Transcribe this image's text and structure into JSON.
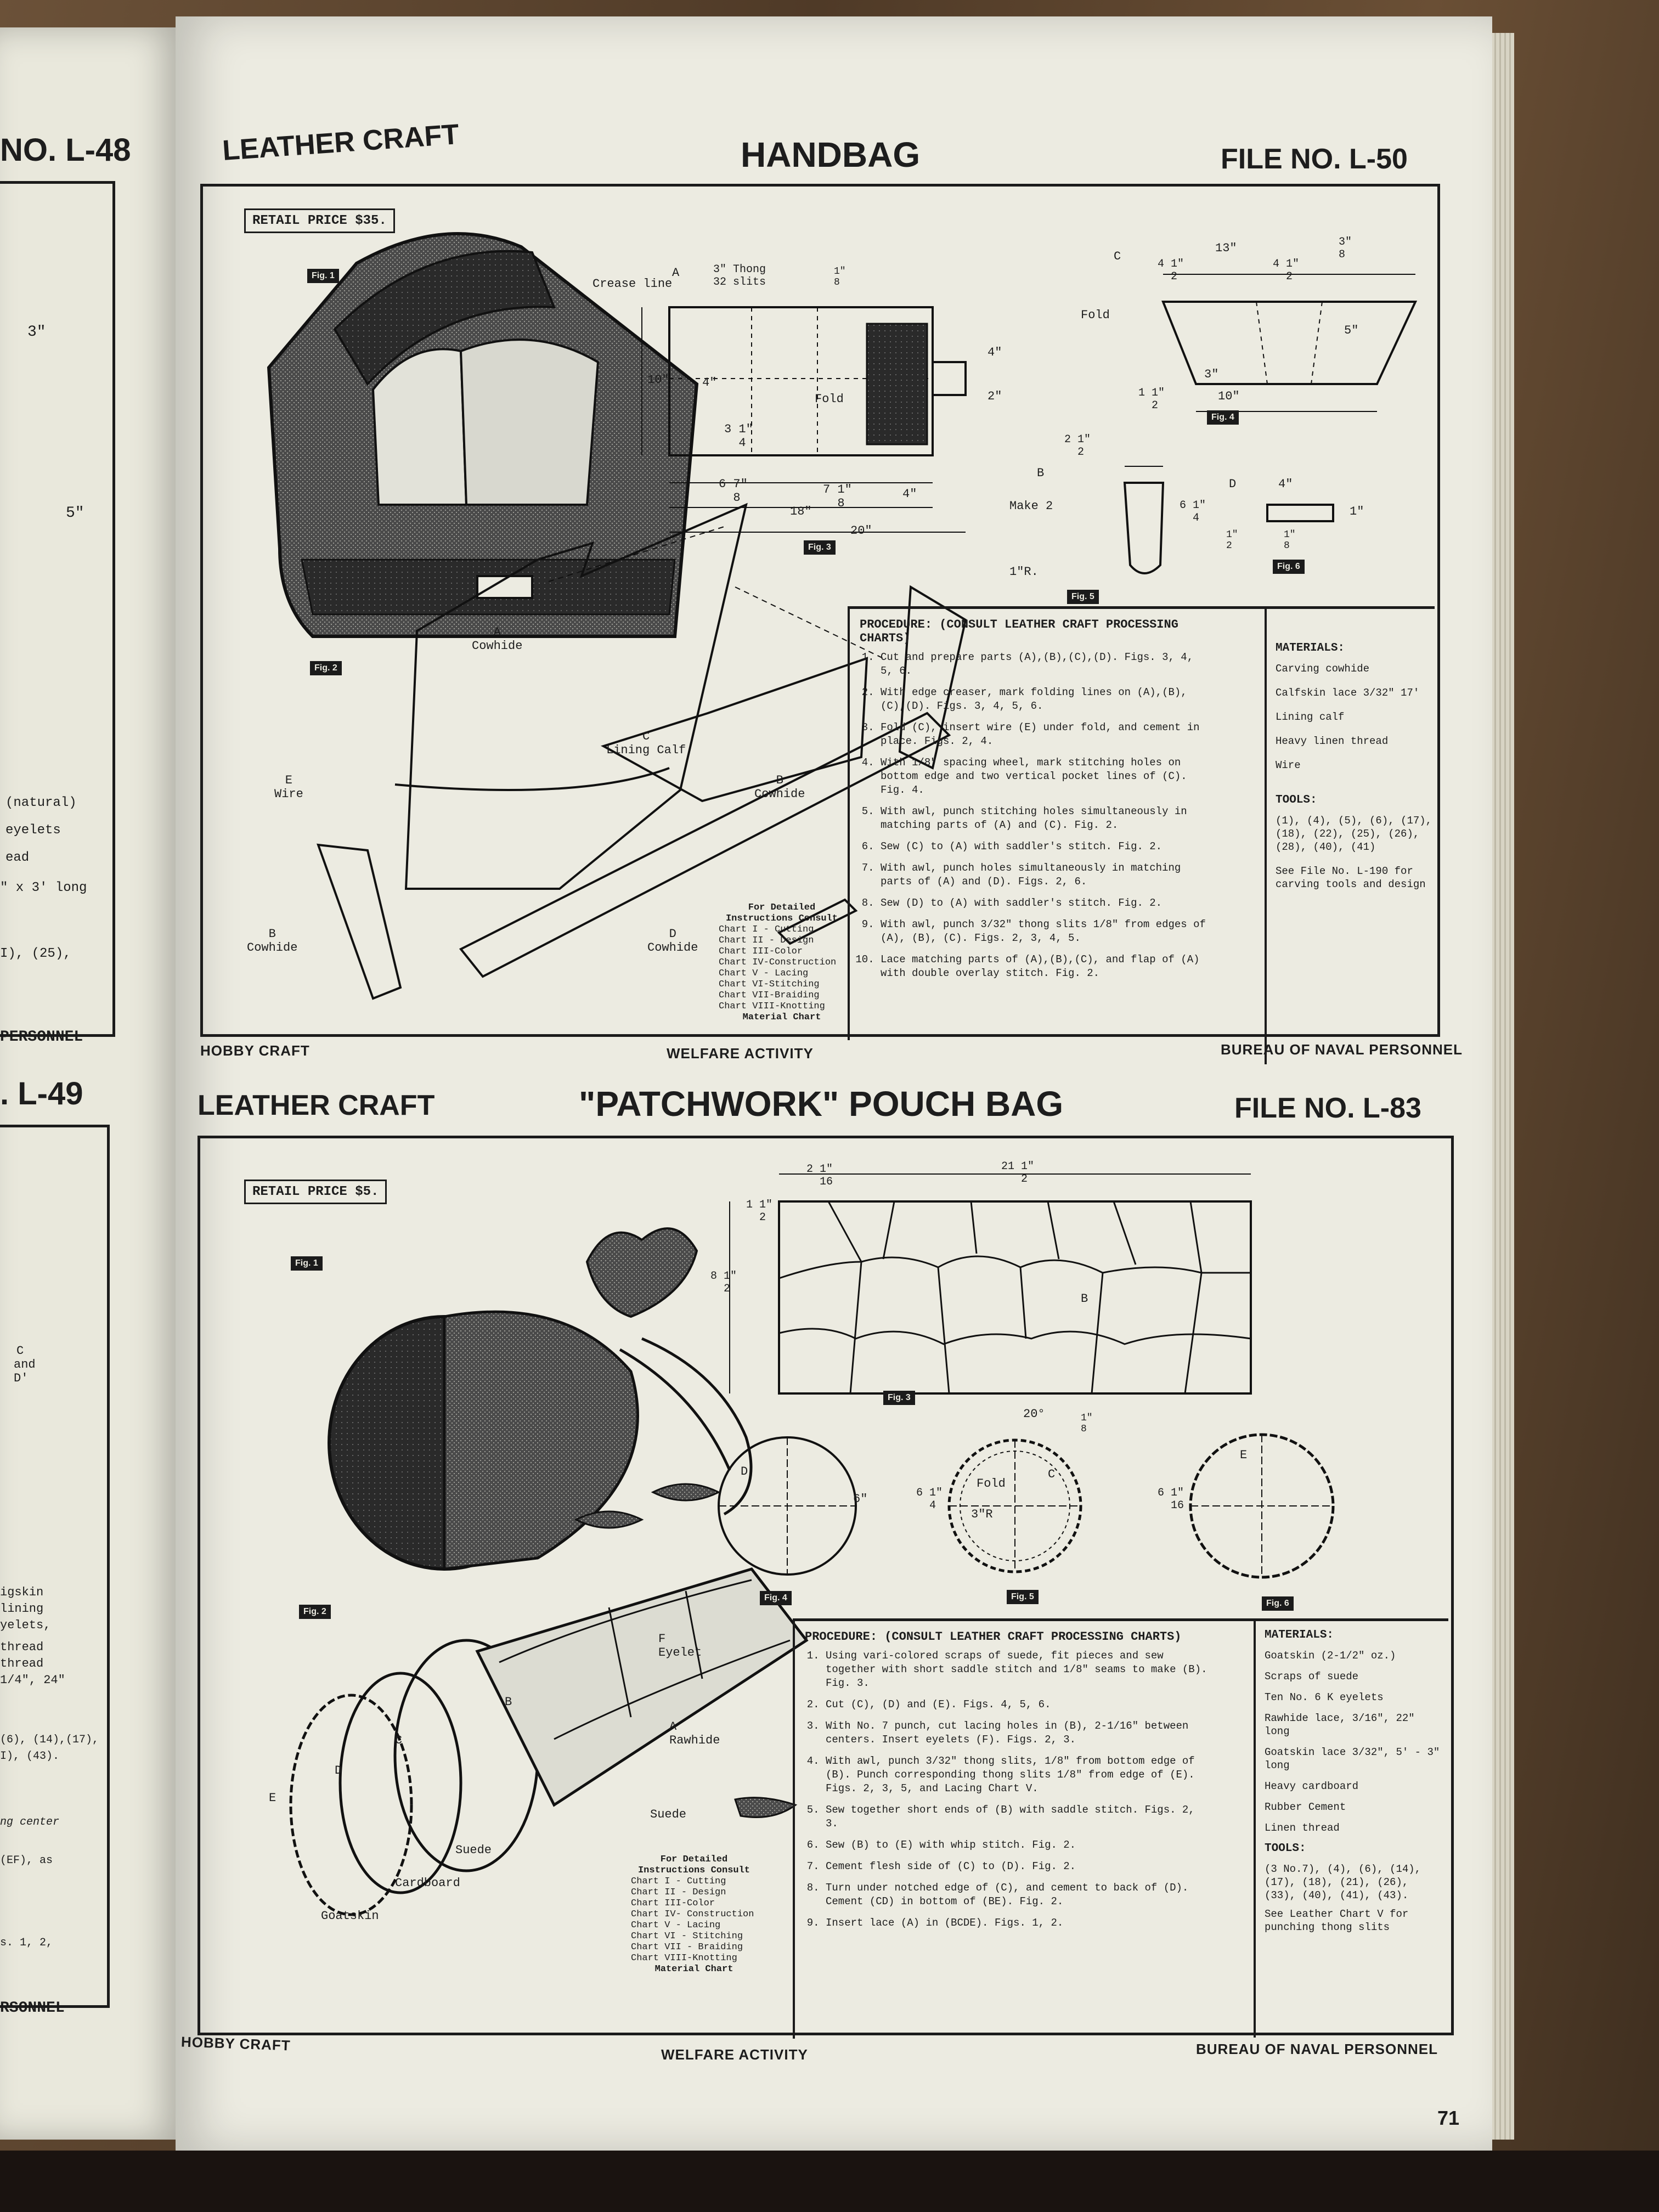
{
  "left_page": {
    "file_top": "NO. L-48",
    "file_mid": ". L-49",
    "personnel_top": "PERSONNEL",
    "personnel_bottom": "RSONNEL",
    "frag": [
      "3\"",
      "5\"",
      "(natural)",
      "eyelets",
      "ead",
      "\" x 3' long",
      "I), (25),",
      "C",
      "and",
      "D'",
      "igskin",
      "lining",
      "yelets,",
      "thread",
      "thread",
      "1/4\", 24\"",
      "(6), (14),(17),",
      "I), (43).",
      "ng center",
      "(EF), as",
      "s. 1, 2,"
    ]
  },
  "handbag": {
    "left_title": "LEATHER CRAFT",
    "center_title": "HANDBAG",
    "file_no": "FILE NO. L-50",
    "retail_price": "RETAIL PRICE  $35.",
    "fig_labels": [
      "Fig. 1",
      "Fig. 2",
      "Fig. 3",
      "Fig. 4",
      "Fig. 5",
      "Fig. 6"
    ],
    "dims": {
      "crease_line": "Crease line",
      "thong_slits": "3\" Thong\n32 slits",
      "a": "A",
      "eighth": "1\"\n8",
      "ten": "10\"",
      "four": "4\"",
      "fold": "Fold",
      "three_quarter": "3 1\"\n  4",
      "two": "2\"",
      "four_b": "4\"",
      "six_seven_eighths": "6 7\"\n  8",
      "seven_eighth": "7 1\"\n  8",
      "four_c": "4\"",
      "eighteen": "18\"",
      "twenty": "20\"",
      "c": "C",
      "thirteen": "13\"",
      "four_half_l": "4 1\"\n  2",
      "four_half_r": "4 1\"\n  2",
      "three_eighths": "3\"\n8",
      "fold_c": "Fold",
      "five": "5\"",
      "three_c": "3\"",
      "ten_c": "10\"",
      "one_half": "1 1\"\n  2",
      "b": "B",
      "two_half": "2 1\"\n  2",
      "make_2": "Make 2",
      "six_quarter": "6 1\"\n  4",
      "one_r": "1\"R.",
      "d": "D",
      "four_d": "4\"",
      "one_d": "1\"",
      "half_d": "1\"\n2",
      "eighth_d": "1\"\n8"
    },
    "parts": {
      "a_cowhide": "A\nCowhide",
      "c_lining": "C\nLining Calf",
      "b_cowhide_right": "B\nCowhide",
      "e_wire": "E\nWire",
      "b_cowhide_left": "B\nCowhide",
      "d_cowhide": "D\nCowhide"
    },
    "consult": {
      "head": "For Detailed\nInstructions Consult",
      "items": [
        "Chart I - Cutting",
        "Chart II - Design",
        "Chart III-Color",
        "Chart IV-Construction",
        "Chart V - Lacing",
        "Chart VI-Stitching",
        "Chart VII-Braiding",
        "Chart VIII-Knotting",
        "Material Chart"
      ]
    },
    "procedure_title": "PROCEDURE: (CONSULT LEATHER CRAFT PROCESSING CHARTS)",
    "procedure": [
      "Cut and prepare parts (A),(B),(C),(D). Figs. 3, 4, 5, 6.",
      "With edge creaser, mark folding lines on (A),(B),(C),(D). Figs. 3, 4, 5, 6.",
      "Fold (C), insert wire (E) under fold, and cement in place. Figs. 2, 4.",
      "With 1/8\" spacing wheel, mark stitching holes on bottom edge and two vertical pocket lines of (C). Fig. 4.",
      "With awl, punch stitching holes simultaneously in matching parts of (A) and (C). Fig. 2.",
      "Sew (C) to (A) with saddler's stitch. Fig. 2.",
      "With awl, punch holes simultaneously in matching parts of (A) and (D). Figs. 2, 6.",
      "Sew (D) to (A) with saddler's stitch. Fig. 2.",
      "With awl, punch 3/32\" thong slits 1/8\" from edges of (A), (B), (C). Figs. 2, 3, 4, 5.",
      "Lace matching parts of (A),(B),(C), and flap of (A) with double overlay stitch. Fig. 2."
    ],
    "materials_title": "MATERIALS:",
    "materials": [
      "Carving cowhide",
      "Calfskin lace 3/32\" 17'",
      "Lining calf",
      "Heavy linen thread",
      "Wire"
    ],
    "tools_title": "TOOLS:",
    "tools": "(1), (4), (5), (6), (17), (18), (22), (25), (26), (28), (40), (41)",
    "see_file": "See File No. L-190 for carving tools and design",
    "footer_left": "HOBBY CRAFT",
    "footer_center": "WELFARE ACTIVITY",
    "footer_right": "BUREAU OF NAVAL PERSONNEL"
  },
  "pouch": {
    "left_title": "LEATHER CRAFT",
    "center_title": "\"PATCHWORK\" POUCH BAG",
    "file_no": "FILE NO. L-83",
    "retail_price": "RETAIL PRICE  $5.",
    "fig_labels": [
      "Fig. 1",
      "Fig. 2",
      "Fig. 3",
      "Fig. 4",
      "Fig. 5",
      "Fig. 6"
    ],
    "dims": {
      "two_sixteenth": "2 1\"\n  16",
      "twentyone_half": "21 1\"\n   2",
      "one_half": "1 1\"\n  2",
      "eight_half": "8 1\"\n  2",
      "b": "B",
      "twenty_deg": "20°",
      "eighth": "1\"\n8",
      "d": "D",
      "six": "6\"",
      "six_quarter": "6 1\"\n  4",
      "fold": "Fold",
      "three_r": "3\"R",
      "c": "C",
      "six_sixteenth": "6 1\"\n  16",
      "e": "E"
    },
    "parts": {
      "f_eyelet": "F\nEyelet",
      "a_rawhide": "A\nRawhide",
      "b": "B",
      "c": "C",
      "d": "D",
      "e": "E",
      "suede1": "Suede",
      "suede2": "Suede",
      "cardboard": "Cardboard",
      "goatskin": "Goatskin"
    },
    "consult": {
      "head": "For Detailed\nInstructions Consult",
      "items": [
        "Chart I - Cutting",
        "Chart II - Design",
        "Chart III-Color",
        "Chart IV- Construction",
        "Chart V - Lacing",
        "Chart VI - Stitching",
        "Chart VII - Braiding",
        "Chart VIII-Knotting",
        "Material Chart"
      ]
    },
    "procedure_title": "PROCEDURE: (CONSULT LEATHER CRAFT PROCESSING CHARTS)",
    "procedure": [
      "Using vari-colored scraps of suede, fit pieces and sew together with short saddle stitch and 1/8\" seams to make (B). Fig. 3.",
      "Cut (C), (D) and (E). Figs. 4, 5, 6.",
      "With No. 7 punch, cut lacing holes in (B), 2-1/16\" between centers. Insert eyelets (F). Figs. 2, 3.",
      "With awl, punch 3/32\" thong slits, 1/8\" from bottom edge of (B). Punch corresponding thong slits 1/8\" from edge of (E). Figs. 2, 3, 5, and Lacing Chart V.",
      "Sew together short ends of (B) with saddle stitch. Figs. 2, 3.",
      "Sew (B) to (E) with whip stitch. Fig. 2.",
      "Cement flesh side of (C) to (D). Fig. 2.",
      "Turn under notched edge of (C), and cement to back of (D). Cement (CD) in bottom of (BE). Fig. 2.",
      "Insert lace (A) in (BCDE). Figs. 1, 2."
    ],
    "materials_title": "MATERIALS:",
    "materials": [
      "Goatskin (2-1/2\" oz.)",
      "Scraps of suede",
      "Ten No. 6 K eyelets",
      "Rawhide lace, 3/16\", 22\" long",
      "Goatskin lace 3/32\", 5' - 3\" long",
      "Heavy cardboard",
      "Rubber Cement",
      "Linen thread"
    ],
    "tools_title": "TOOLS:",
    "tools": "(3 No.7), (4), (6), (14), (17), (18), (21), (26), (33), (40), (41), (43).",
    "see_chart": "See Leather Chart V for punching thong slits",
    "footer_left": "HOBBY CRAFT",
    "footer_center": "WELFARE ACTIVITY",
    "footer_right": "BUREAU OF NAVAL PERSONNEL"
  },
  "page_number": "71"
}
